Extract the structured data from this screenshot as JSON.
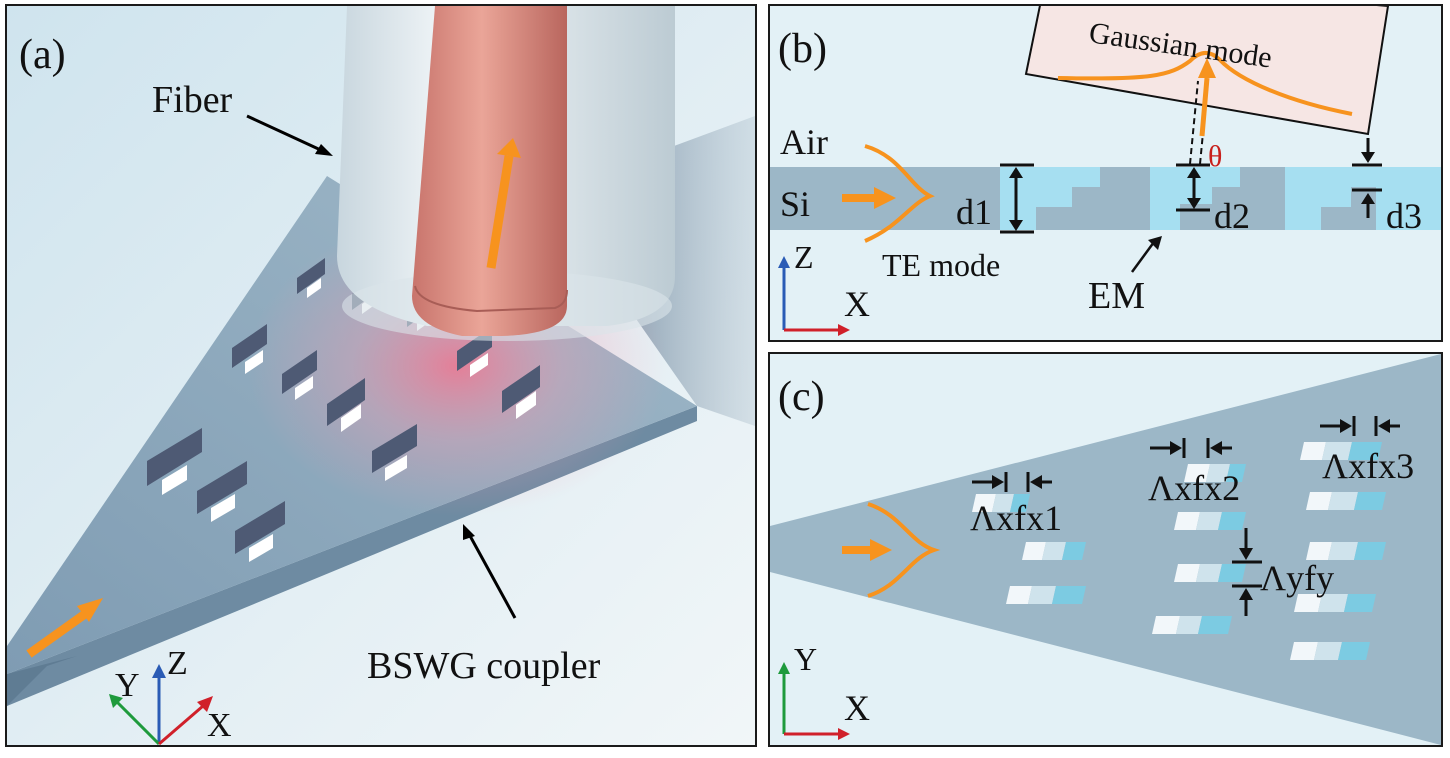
{
  "panel_a": {
    "label": "(a)",
    "fiber": "Fiber",
    "coupler": "BSWG coupler",
    "axes": {
      "y": "Y",
      "z": "Z",
      "x": "X"
    }
  },
  "panel_b": {
    "label": "(b)",
    "gaussian": "Gaussian mode",
    "air": "Air",
    "si": "Si",
    "d1": "d1",
    "d2": "d2",
    "d3": "d3",
    "theta": "θ",
    "te": "TE mode",
    "em": "EM",
    "axes": {
      "z": "Z",
      "x": "X"
    }
  },
  "panel_c": {
    "label": "(c)",
    "lx1": "Λxfx1",
    "lx2": "Λxfx2",
    "lx3": "Λxfx3",
    "ly": "Λyfy",
    "axes": {
      "y": "Y",
      "x": "X"
    }
  },
  "colors": {
    "orange": "#f7931e",
    "si_slab": "#9cb7c7",
    "etched": "#a6dff1",
    "axis_red": "#d0202a",
    "axis_green": "#1e9a3c",
    "axis_blue": "#2a5bb5",
    "theta_red": "#c8201c"
  }
}
